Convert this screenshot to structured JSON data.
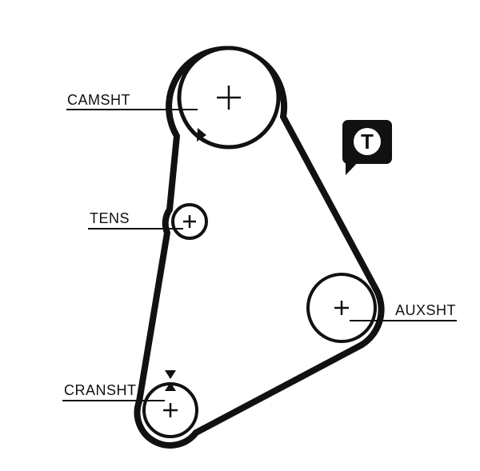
{
  "diagram": {
    "labels": {
      "camshaft": "CAMSHT",
      "tensioner": "TENS",
      "auxshaft": "AUXSHT",
      "crankshaft": "CRANSHT"
    },
    "badge": {
      "letter": "T"
    },
    "colors": {
      "line": "#111111",
      "background": "#ffffff"
    }
  }
}
